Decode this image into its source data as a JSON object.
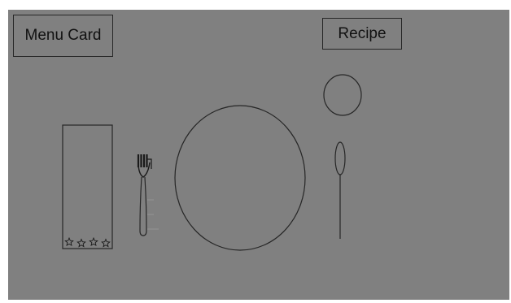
{
  "buttons": {
    "menu_card": "Menu Card",
    "recipe": "Recipe"
  },
  "colors": {
    "background": "#808080",
    "line": "#262626"
  },
  "items": [
    "menu-card-holder",
    "fork",
    "plate",
    "glass",
    "spoon"
  ],
  "star_count": 4
}
